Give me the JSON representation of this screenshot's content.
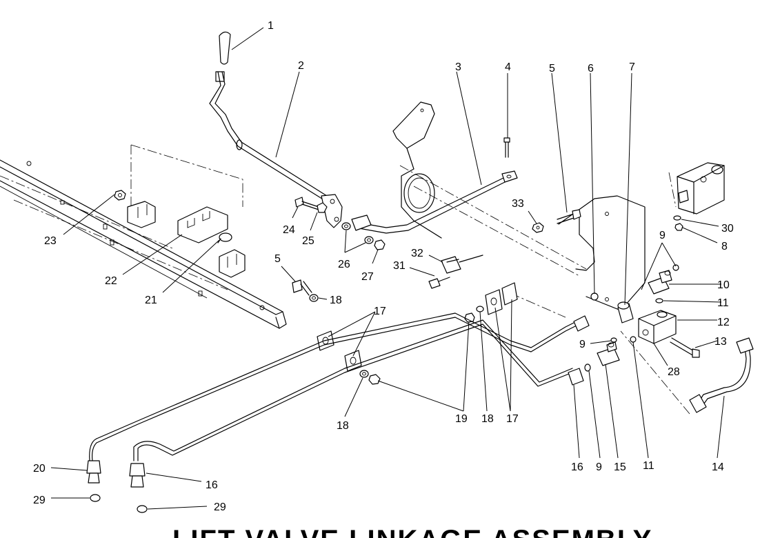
{
  "title": "LIFT VALVE LINKAGE ASSEMBLY",
  "callouts": {
    "c1": "1",
    "c2": "2",
    "c3": "3",
    "c4": "4",
    "c5a": "5",
    "c5b": "5",
    "c6": "6",
    "c7": "7",
    "c8": "8",
    "c9a": "9",
    "c9b": "9",
    "c9c": "9",
    "c10": "10",
    "c11a": "11",
    "c11b": "11",
    "c12": "12",
    "c13": "13",
    "c14": "14",
    "c15": "15",
    "c16a": "16",
    "c16b": "16",
    "c17a": "17",
    "c17b": "17",
    "c18a": "18",
    "c18b": "18",
    "c18c": "18",
    "c19": "19",
    "c20": "20",
    "c21": "21",
    "c22": "22",
    "c23": "23",
    "c24": "24",
    "c25": "25",
    "c26": "26",
    "c27": "27",
    "c28": "28",
    "c29a": "29",
    "c29b": "29",
    "c30": "30",
    "c31": "31",
    "c32": "32",
    "c33": "33"
  }
}
